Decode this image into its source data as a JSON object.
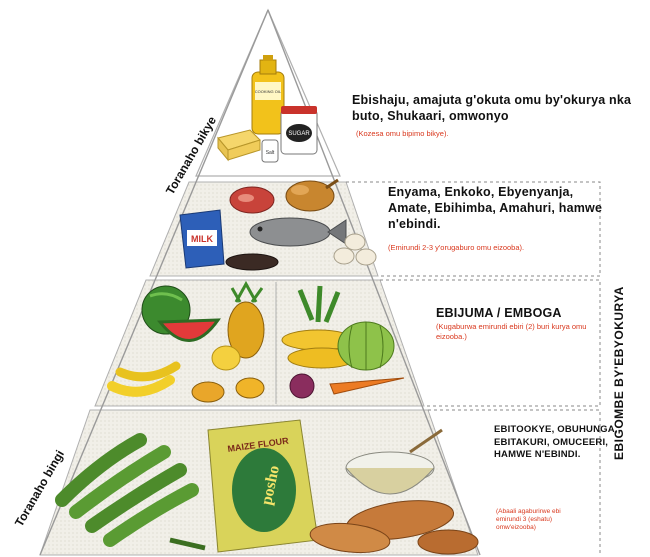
{
  "title": "",
  "side_label": "EBIGOMBE BY'EBYOKURYA",
  "top_side_label": "Toranaho bikye",
  "bottom_side_label": "Toranaho bingi",
  "tiers": [
    {
      "text": "Ebishaju, amajuta g'okuta omu by'okurya nka buto, Shukaari, omwonyo",
      "note": "(Kozesa omu bipimo bikye)."
    },
    {
      "text": "Enyama, Enkoko, Ebyenyanja, Amate, Ebihimba, Amahuri, hamwe n'ebindi.",
      "note": "(Emirundi 2-3 y'orugaburo omu eizooba)."
    },
    {
      "text": "EBIJUMA / EMBOGA",
      "note": "(Kugaburwa emirundi ebiri (2) buri kurya omu eizooba.)"
    },
    {
      "text": "EBITOOKYE, OBUHUNGA, EBITAKURI, OMUCEERI, HAMWE N'EBINDI.",
      "note": "(Abaali agaburirwe ebi emirundi 3 (eshatu) omw'eizooba)"
    }
  ],
  "image_labels": {
    "oil": "COOKING OIL",
    "sugar": "SUGAR",
    "salt": "Salt",
    "milk": "MILK",
    "flour": "MAIZE FLOUR",
    "posho": "posho"
  },
  "colors": {
    "pyramid_stroke": "#9a9a9a",
    "bracket": "#888888",
    "note_red": "#d9381e"
  }
}
